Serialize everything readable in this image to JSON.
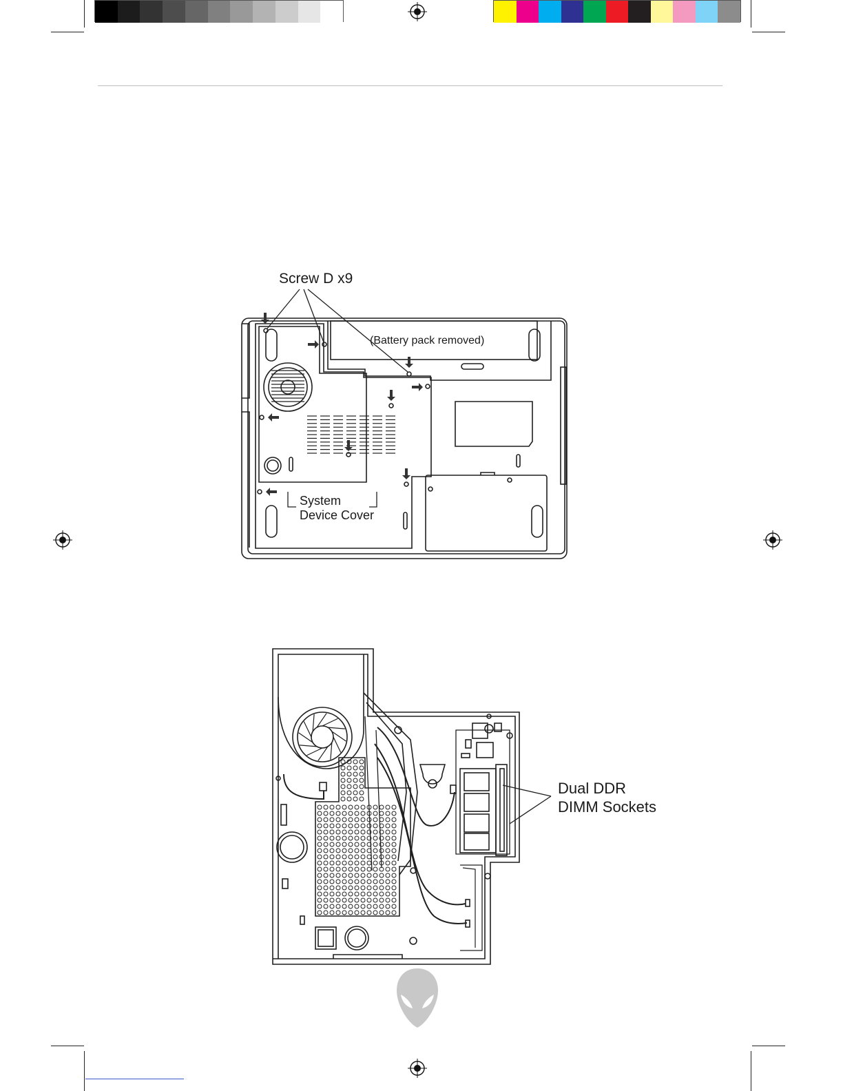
{
  "colors": {
    "grayscale_bar": [
      "#000000",
      "#1c1c1c",
      "#333333",
      "#4d4d4d",
      "#666666",
      "#808080",
      "#999999",
      "#b3b3b3",
      "#cccccc",
      "#e6e6e6",
      "#ffffff"
    ],
    "color_bar": [
      "#fff200",
      "#ec008c",
      "#00aeef",
      "#2e3192",
      "#00a651",
      "#ed1c24",
      "#231f20",
      "#fff799",
      "#f49ac1",
      "#7fd3f7",
      "#8c8c8c"
    ],
    "logo": "#c8c8c8"
  },
  "figure1": {
    "screw_label": "Screw D x9",
    "battery_label": "(Battery pack removed)",
    "cover_label_line1": "System",
    "cover_label_line2": "Device Cover"
  },
  "figure2": {
    "dimm_label_line1": "Dual DDR",
    "dimm_label_line2": "DIMM Sockets"
  },
  "logo": {
    "icon": "alien-head-icon"
  }
}
